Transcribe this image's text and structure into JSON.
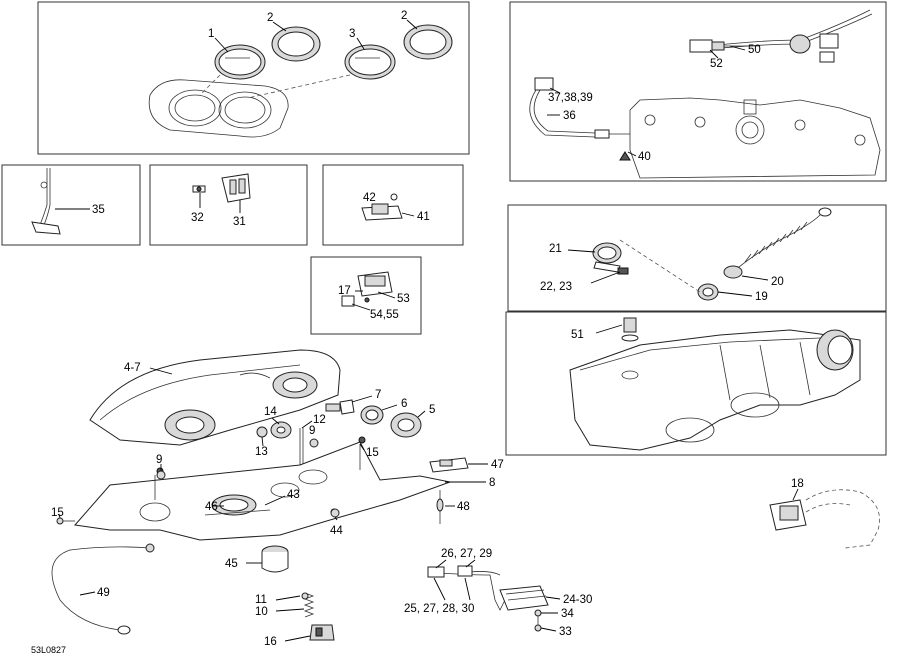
{
  "labels": {
    "l1": "1",
    "l2a": "2",
    "l3": "3",
    "l2b": "2",
    "l50": "50",
    "l52": "52",
    "l37": "37,38,39",
    "l36": "36",
    "l40": "40",
    "l35": "35",
    "l32": "32",
    "l31": "31",
    "l42": "42",
    "l41": "41",
    "l21": "21",
    "l22": "22, 23",
    "l20": "20",
    "l19": "19",
    "l17": "17",
    "l53": "53",
    "l54": "54,55",
    "l51": "51",
    "l47a": "4-7",
    "l7": "7",
    "l6": "6",
    "l5": "5",
    "l14": "14",
    "l12": "12",
    "l9a": "9",
    "l13": "13",
    "l15a": "15",
    "l9b": "9",
    "l47": "47",
    "l8": "8",
    "l15b": "15",
    "l43": "43",
    "l46": "46",
    "l44": "44",
    "l48": "48",
    "l45": "45",
    "l49": "49",
    "l11": "11",
    "l10": "10",
    "l16": "16",
    "l26": "26, 27, 29",
    "l25": "25, 27, 28, 30",
    "l2430": "24-30",
    "l34": "34",
    "l33": "33",
    "l18": "18"
  },
  "drawing_code": "53L0827",
  "icons": [
    "bolt-icon",
    "connector-icon",
    "relay-icon",
    "bulb-icon",
    "ring-icon"
  ]
}
